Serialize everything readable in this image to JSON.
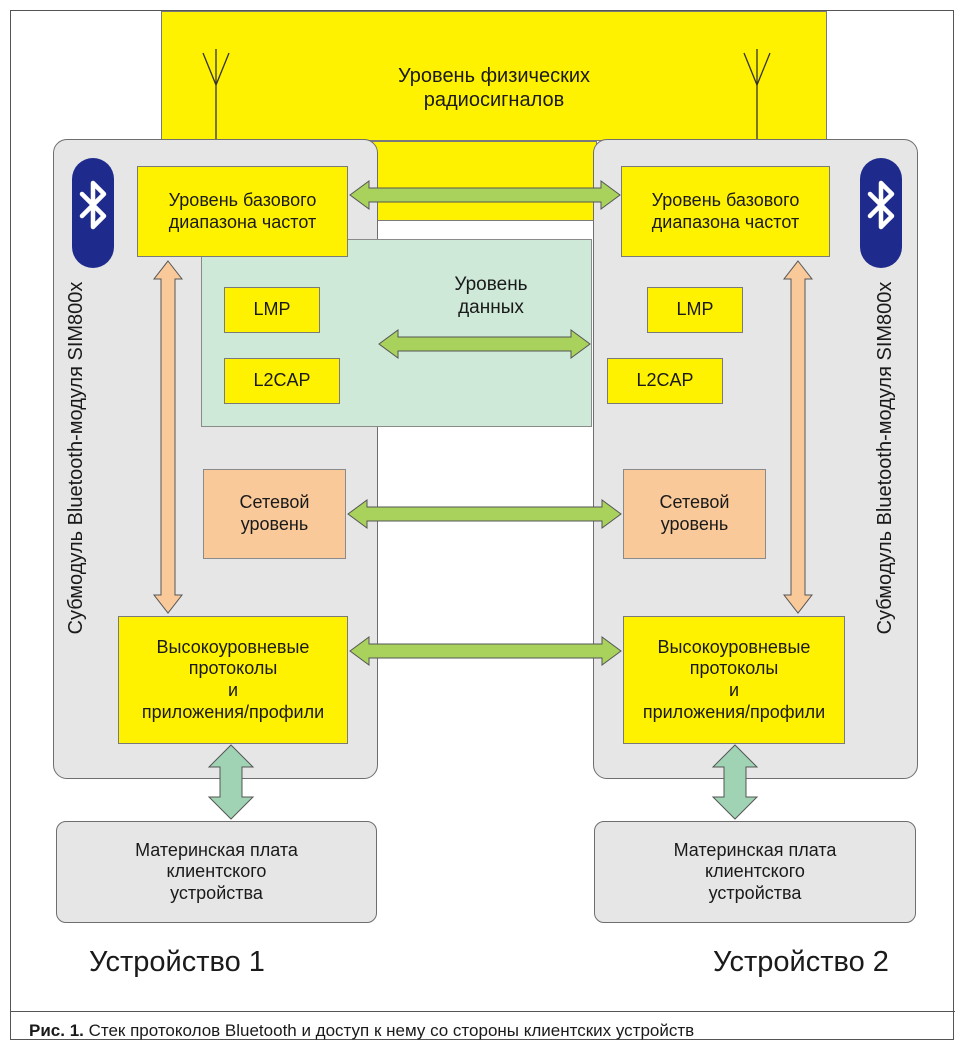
{
  "physical_layer": {
    "line1": "Уровень физических",
    "line2": "радиосигналов"
  },
  "data_layer": {
    "line1": "Уровень",
    "line2": "данных"
  },
  "device_left": {
    "submodule_label": "Субмодуль Bluetooth-модуля SIM800x",
    "baseband": {
      "line1": "Уровень базового",
      "line2": "диапазона частот"
    },
    "lmp": "LMP",
    "l2cap": "L2CAP",
    "network": {
      "line1": "Сетевой",
      "line2": "уровень"
    },
    "high_level": {
      "line1": "Высокоуровневые",
      "line2": "протоколы",
      "line3": "и",
      "line4": "приложения/профили"
    },
    "motherboard": {
      "line1": "Материнская плата",
      "line2": "клиентского",
      "line3": "устройства"
    },
    "device_name": "Устройство 1"
  },
  "device_right": {
    "submodule_label": "Субмодуль Bluetooth-модуля SIM800x",
    "baseband": {
      "line1": "Уровень базового",
      "line2": "диапазона частот"
    },
    "lmp": "LMP",
    "l2cap": "L2CAP",
    "network": {
      "line1": "Сетевой",
      "line2": "уровень"
    },
    "high_level": {
      "line1": "Высокоуровневые",
      "line2": "протоколы",
      "line3": "и",
      "line4": "приложения/профили"
    },
    "motherboard": {
      "line1": "Материнская плата",
      "line2": "клиентского",
      "line3": "устройства"
    },
    "device_name": "Устройство 2"
  },
  "caption": {
    "prefix": "Рис. 1.",
    "text": " Стек протоколов Bluetooth и доступ к нему со стороны клиентских устройств"
  },
  "colors": {
    "yellow": "#fff200",
    "data_green": "#cfe9d9",
    "network_peach": "#f9c99a",
    "device_gray": "#e6e6e6",
    "arrow_green": "#a9d25c",
    "arrow_peach": "#f9c99a",
    "arrow_teal": "#9fd3b4",
    "bluetooth_blue": "#1f2b8c"
  },
  "icons": [
    "antenna-icon",
    "bluetooth-icon"
  ]
}
